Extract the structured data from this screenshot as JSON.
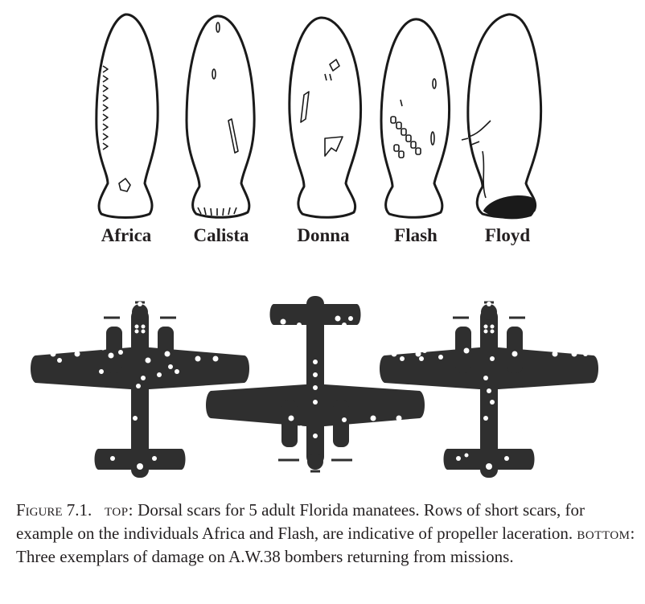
{
  "manatees": [
    {
      "name": "Africa"
    },
    {
      "name": "Calista"
    },
    {
      "name": "Donna"
    },
    {
      "name": "Flash"
    },
    {
      "name": "Floyd"
    }
  ],
  "caption": {
    "figure": "Figure 7.1.",
    "top_label": "top:",
    "top_text": "Dorsal scars for 5 adult Florida manatees. Rows of short scars, for example on the individuals Africa and Flash, are indicative of propeller laceration.",
    "bottom_label": "bottom:",
    "bottom_text": "Three exemplars of damage on A.W.38 bombers returning from missions."
  },
  "colors": {
    "plane_fill": "#2f2f2f",
    "ink": "#231f20",
    "background": "#ffffff"
  }
}
